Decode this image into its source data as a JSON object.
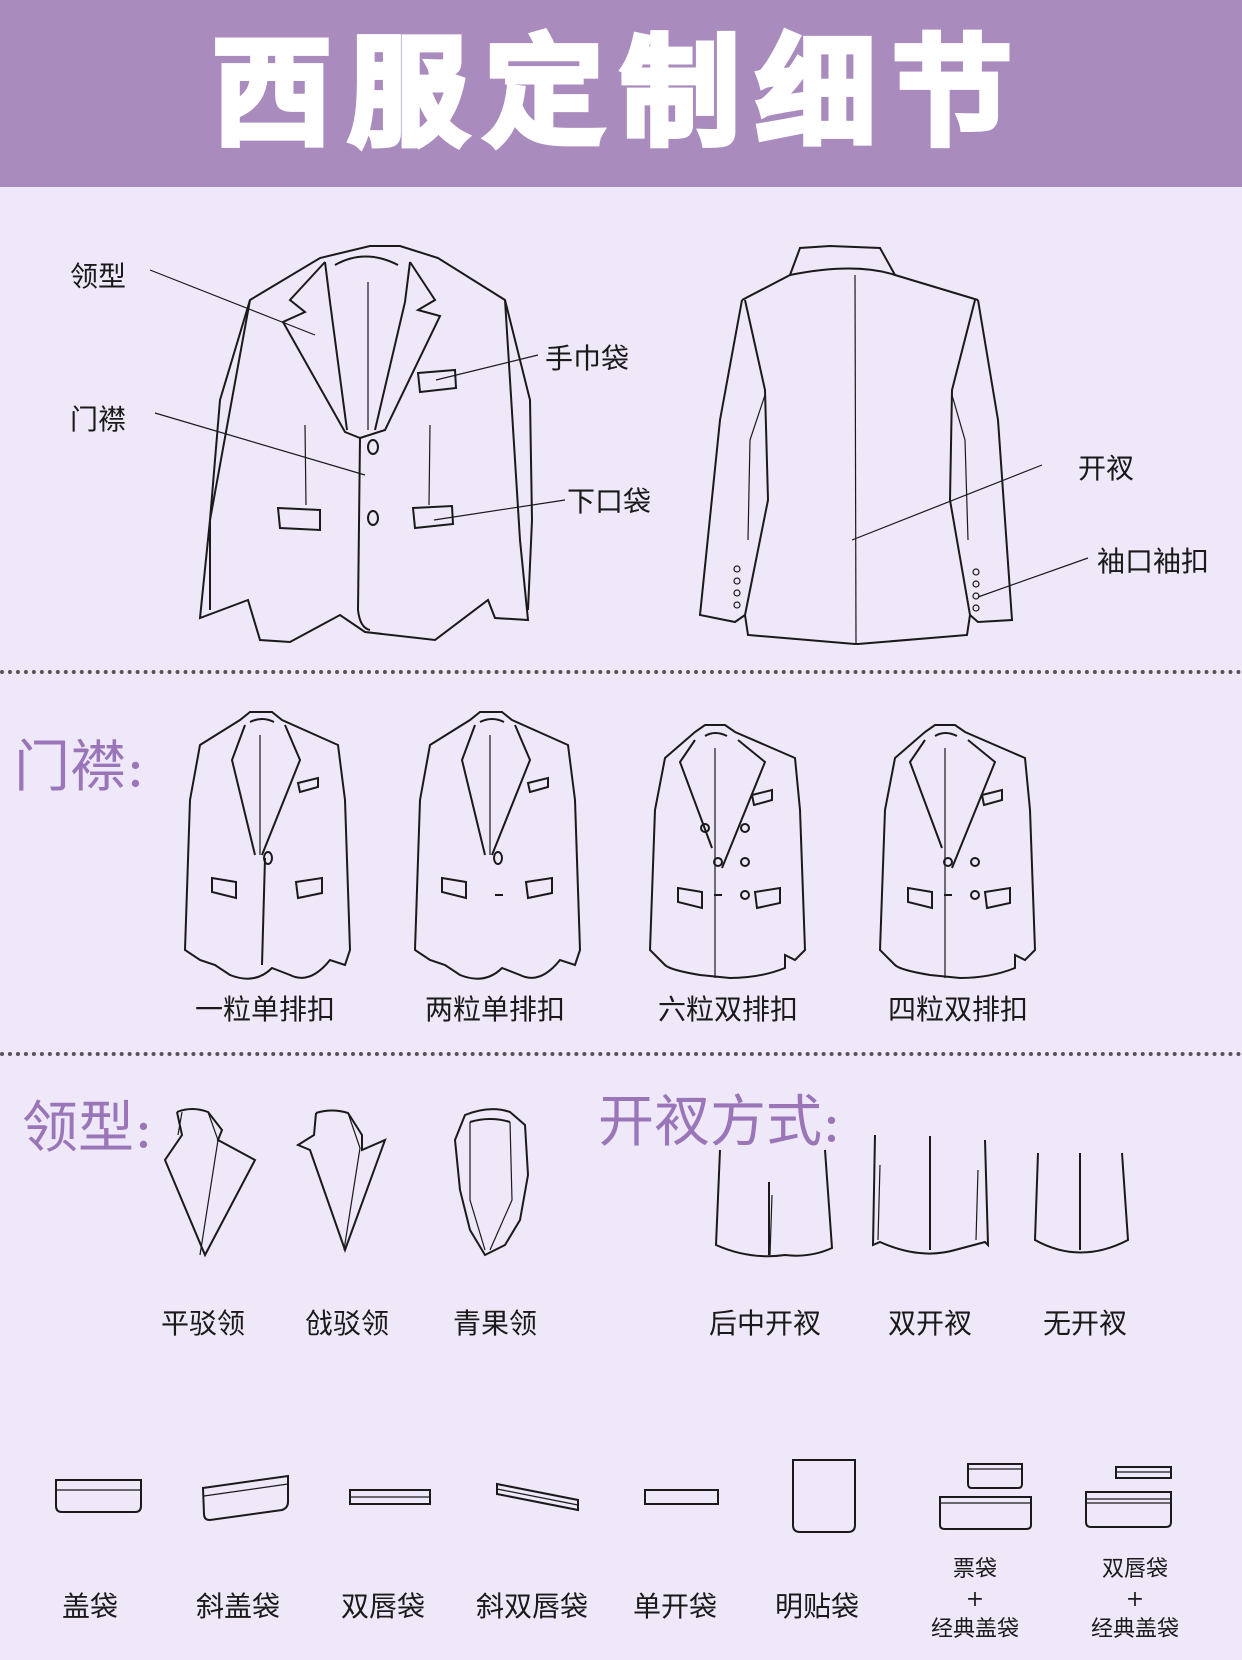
{
  "header": {
    "title": "西服定制细节",
    "bg_color": "#a98bbd"
  },
  "overview": {
    "front_labels": {
      "lapel": "领型",
      "breast_pocket": "手巾袋",
      "front_closure": "门襟",
      "lower_pocket": "下口袋"
    },
    "back_labels": {
      "vent": "开衩",
      "cuff_buttons": "袖口袖扣"
    }
  },
  "closure_section": {
    "title": "门襟:",
    "items": [
      {
        "label": "一粒单排扣"
      },
      {
        "label": "两粒单排扣"
      },
      {
        "label": "六粒双排扣"
      },
      {
        "label": "四粒双排扣"
      }
    ]
  },
  "lapel_section": {
    "title": "领型:",
    "items": [
      {
        "label": "平驳领"
      },
      {
        "label": "戗驳领"
      },
      {
        "label": "青果领"
      }
    ]
  },
  "vent_section": {
    "title": "开衩方式:",
    "items": [
      {
        "label": "后中开衩"
      },
      {
        "label": "双开衩"
      },
      {
        "label": "无开衩"
      }
    ]
  },
  "pocket_section": {
    "items": [
      {
        "label": "盖袋"
      },
      {
        "label": "斜盖袋"
      },
      {
        "label": "双唇袋"
      },
      {
        "label": "斜双唇袋"
      },
      {
        "label": "单开袋"
      },
      {
        "label": "明贴袋"
      },
      {
        "line1": "票袋",
        "line2": "+",
        "line3": "经典盖袋"
      },
      {
        "line1": "双唇袋",
        "line2": "+",
        "line3": "经典盖袋"
      }
    ]
  },
  "colors": {
    "background": "#eee8f8",
    "accent": "#9a76b8",
    "line": "#1a1a1a"
  }
}
